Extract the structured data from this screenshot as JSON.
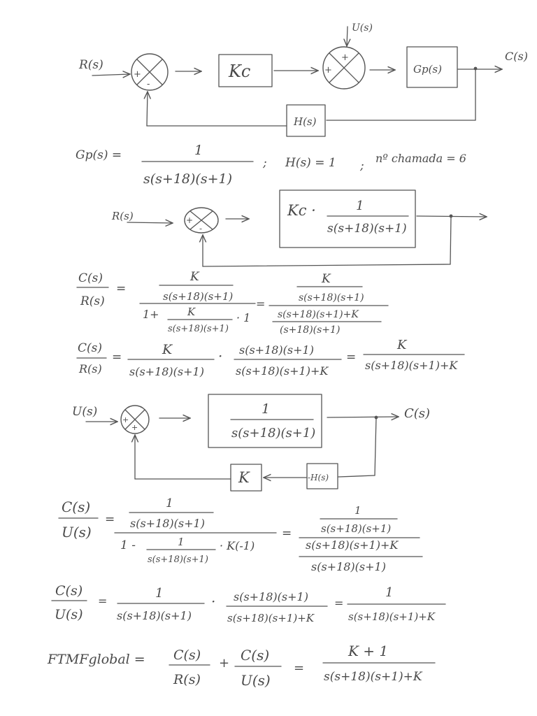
{
  "diagram1": {
    "input": "R(s)",
    "disturbance": "U(s)",
    "output": "C(s)",
    "sum1_signs": [
      "+",
      "-"
    ],
    "sum2_signs": [
      "+",
      "+"
    ],
    "controller": "Kc",
    "plant": "Gp(s)",
    "feedback": "H(s)"
  },
  "definitions": {
    "gp_lhs": "Gp(s) =",
    "gp_num": "1",
    "gp_den": "s(s+18)(s+1)",
    "sep1": ";",
    "h_def": "H(s) = 1",
    "sep2": ";",
    "n_called": "nº chamada = 6"
  },
  "diagram2": {
    "input": "R(s)",
    "sum_signs": [
      "+",
      "-"
    ],
    "block_prefix": "Kc ·",
    "block_num": "1",
    "block_den": "s(s+18)(s+1)"
  },
  "eq1": {
    "lhs_num": "C(s)",
    "lhs_den": "R(s)",
    "eq": "=",
    "a_num_num": "K",
    "a_num_den": "s(s+18)(s+1)",
    "a_den_prefix": "1+",
    "a_den_frac_num": "K",
    "a_den_frac_den": "s(s+18)(s+1)",
    "a_den_suffix": "· 1",
    "eq2": "=",
    "b_num_num": "K",
    "b_num_den": "s(s+18)(s+1)",
    "b_den_num": "s(s+18)(s+1)+K",
    "b_den_den": "(s+18)(s+1)"
  },
  "eq2": {
    "lhs_num": "C(s)",
    "lhs_den": "R(s)",
    "eq": "=",
    "f1_num": "K",
    "f1_den": "s(s+18)(s+1)",
    "dot": "·",
    "f2_num": "s(s+18)(s+1)",
    "f2_den": "s(s+18)(s+1)+K",
    "eq2": "=",
    "r_num": "K",
    "r_den": "s(s+18)(s+1)+K"
  },
  "diagram3": {
    "input": "U(s)",
    "output": "C(s)",
    "sum_signs": [
      "+",
      "+"
    ],
    "block_num": "1",
    "block_den": "s(s+18)(s+1)",
    "gain": "K",
    "neg_h": "-H(s)"
  },
  "eq3": {
    "lhs_num": "C(s)",
    "lhs_den": "U(s)",
    "eq": "=",
    "a_num_num": "1",
    "a_num_den": "s(s+18)(s+1)",
    "a_den_prefix": "1 -",
    "a_den_frac_num": "1",
    "a_den_frac_den": "s(s+18)(s+1)",
    "a_den_suffix": "· K(-1)",
    "eq2": "=",
    "b_num_num": "1",
    "b_num_den": "s(s+18)(s+1)",
    "b_den_num": "s(s+18)(s+1)+K",
    "b_den_den": "s(s+18)(s+1)"
  },
  "eq4": {
    "lhs_num": "C(s)",
    "lhs_den": "U(s)",
    "eq": "=",
    "f1_num": "1",
    "f1_den": "s(s+18)(s+1)",
    "dot": "·",
    "f2_num": "s(s+18)(s+1)",
    "f2_den": "s(s+18)(s+1)+K",
    "eq2": "=",
    "r_num": "1",
    "r_den": "s(s+18)(s+1)+K"
  },
  "eq5": {
    "label": "FTMFglobal =",
    "t1_num": "C(s)",
    "t1_den": "R(s)",
    "plus": "+",
    "t2_num": "C(s)",
    "t2_den": "U(s)",
    "eq": "=",
    "r_num": "K + 1",
    "r_den": "s(s+18)(s+1)+K"
  }
}
